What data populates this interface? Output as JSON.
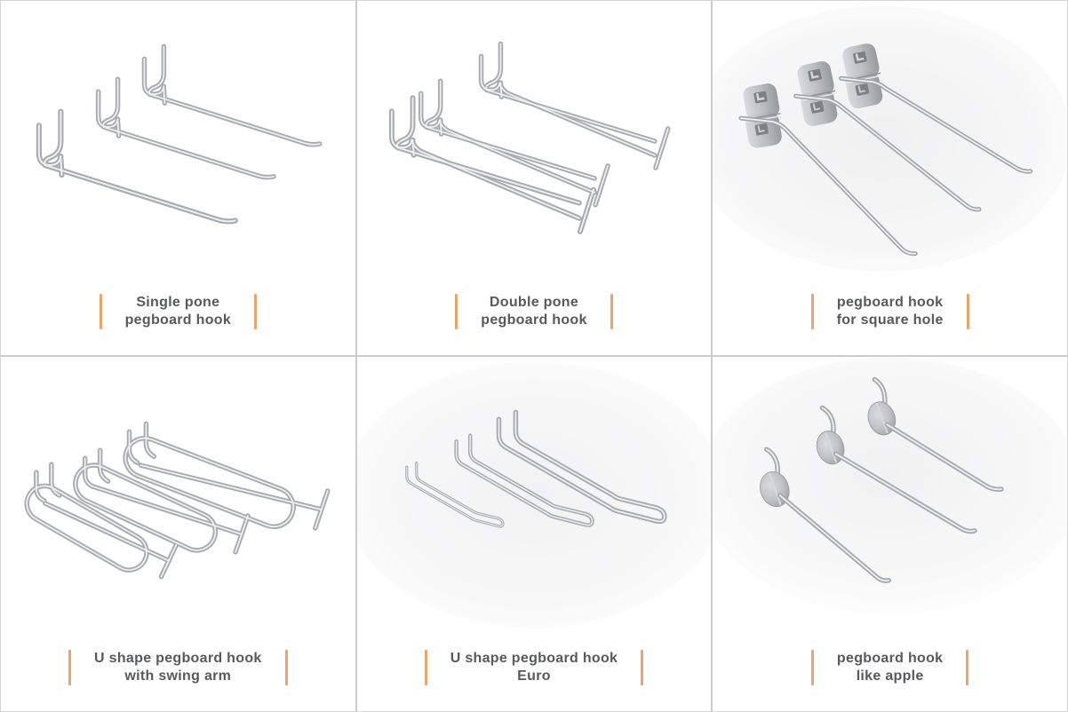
{
  "page": {
    "background_color": "#ffffff",
    "grid_line_color": "#cccccc",
    "accent_color": "#f0a26c",
    "caption_text_color": "#58595b"
  },
  "products": [
    {
      "line1": "Single pone",
      "line2": "pegboard hook",
      "image_alt": "three single prong metal pegboard hooks"
    },
    {
      "line1": "Double pone",
      "line2": "pegboard hook",
      "image_alt": "three double prong pegboard hooks with price tag crossbar"
    },
    {
      "line1": "pegboard hook",
      "line2": "for square hole",
      "image_alt": "three pegboard hooks with square hole mounting plates"
    },
    {
      "line1": "U shape pegboard hook",
      "line2": "with swing arm",
      "image_alt": "three U shaped pegboard hooks with swing arms"
    },
    {
      "line1": "U shape pegboard hook",
      "line2": "Euro",
      "image_alt": "three Euro style U shape pegboard hooks in small medium large"
    },
    {
      "line1": "pegboard hook",
      "line2": "like apple",
      "image_alt": "three pegboard hooks with round apple-like discs"
    }
  ]
}
